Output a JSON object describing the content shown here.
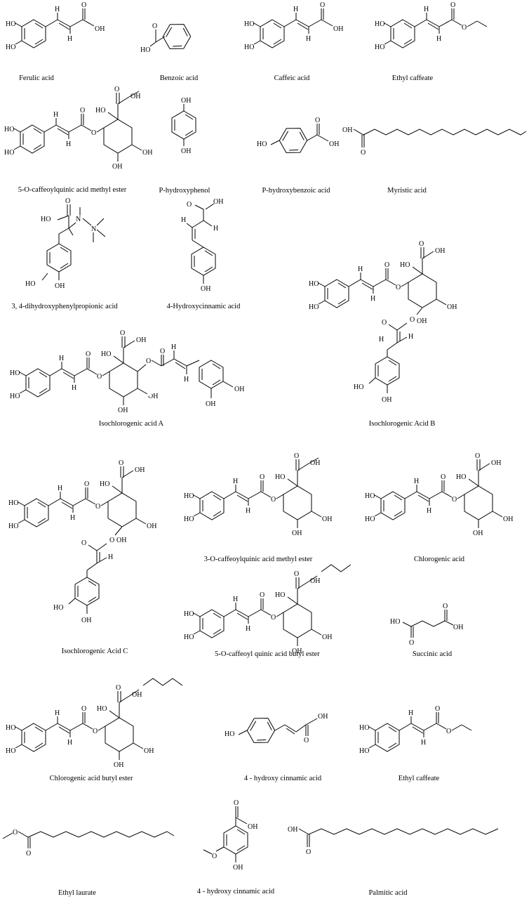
{
  "compounds": [
    {
      "name": "Ferulic acid"
    },
    {
      "name": "Benzoic acid"
    },
    {
      "name": "Caffeic acid"
    },
    {
      "name": "Ethyl caffeate"
    },
    {
      "name": "5-O-caffeoylquinic acid methyl ester"
    },
    {
      "name": "P-hydroxyphenol"
    },
    {
      "name": "P-hydroxybenzoic acid"
    },
    {
      "name": "Myristic acid"
    },
    {
      "name": "3, 4-dihydroxyphenylpropionic acid"
    },
    {
      "name": "4-Hydroxycinnamic acid"
    },
    {
      "name": "Isochlorogenic Acid B"
    },
    {
      "name": "Isochlorogenic acid A"
    },
    {
      "name": "Isochlorogenic Acid C"
    },
    {
      "name": "3-O-caffeoylquinic acid methyl ester"
    },
    {
      "name": "Chlorogenic acid"
    },
    {
      "name": "5-O-caffeoyl quinic acid butyl ester"
    },
    {
      "name": "Succinic acid"
    },
    {
      "name": "Chlorogenic acid butyl ester"
    },
    {
      "name": "4 - hydroxy cinnamic acid"
    },
    {
      "name": "Ethyl caffeate"
    },
    {
      "name": "Ethyl laurate"
    },
    {
      "name": "4 - hydroxy cinnamic acid"
    },
    {
      "name": "Palmitic acid"
    }
  ],
  "atoms": {
    "hydroxyl": "HO",
    "hydroxyl_r": "OH",
    "hydrogen": "H",
    "oxygen": "O",
    "nitrogen": "N"
  }
}
